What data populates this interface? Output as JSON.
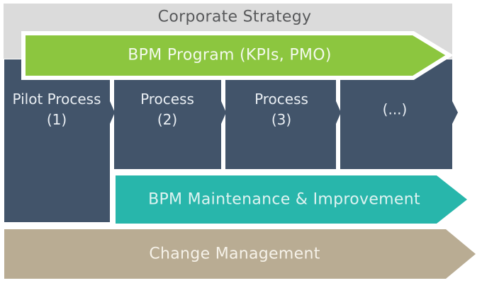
{
  "diagram_title": "BPM program structure diagram",
  "colors": {
    "background": "#ffffff",
    "gray_band": "#dbdbdb",
    "gray_text": "#58595b",
    "slate": "#42546a",
    "green": "#8cc63f",
    "green_text": "#f3f9ec",
    "teal": "#28b6ab",
    "teal_text": "#def3f1",
    "tan": "#b9ac93",
    "tan_text": "#f6f2e9",
    "box_text": "#e9eef3",
    "arrow_outline": "#ffffff"
  },
  "banners": {
    "corporate": {
      "label": "Corporate Strategy"
    },
    "bpm_program": {
      "label": "BPM Program (KPIs, PMO)"
    },
    "maintenance": {
      "label": "BPM Maintenance & Improvement"
    },
    "change": {
      "label": "Change Management"
    }
  },
  "processes": [
    {
      "line1": "Pilot Process",
      "line2": "(1)"
    },
    {
      "line1": "Process",
      "line2": "(2)"
    },
    {
      "line1": "Process",
      "line2": "(3)"
    },
    {
      "line1": "(...)",
      "line2": ""
    }
  ]
}
